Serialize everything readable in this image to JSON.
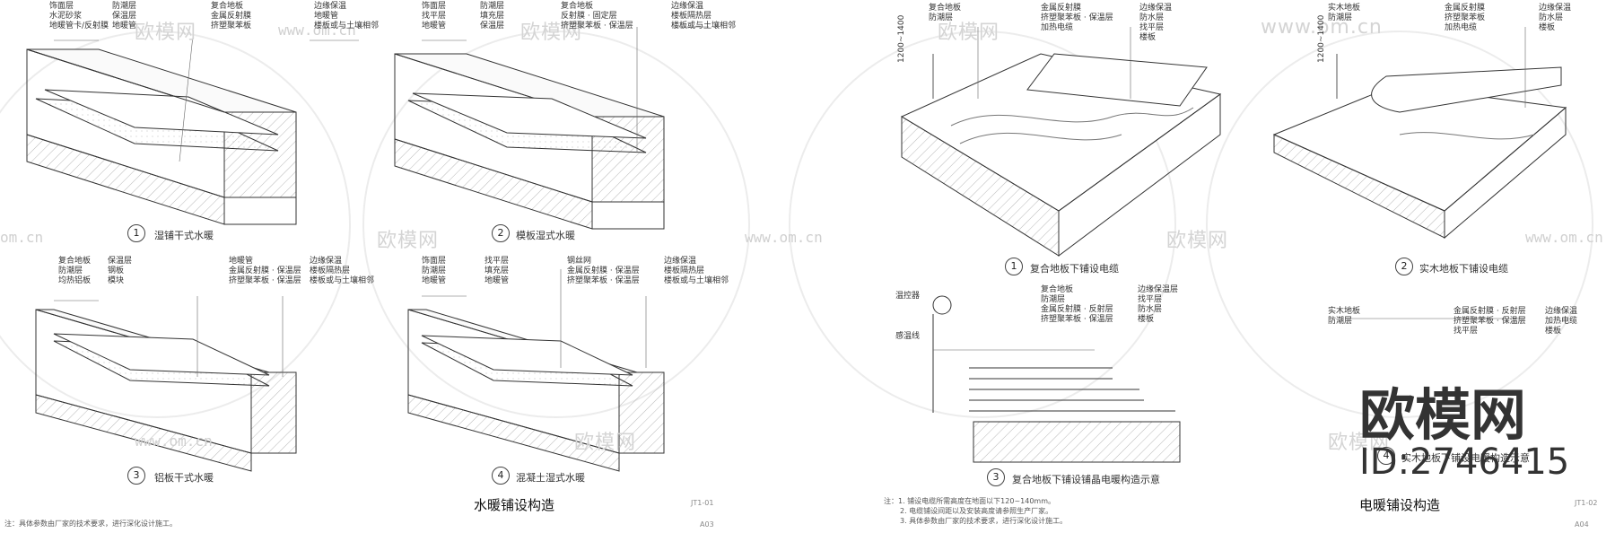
{
  "watermark": {
    "brand": "欧模网",
    "url": "www.om.cn",
    "url_short": "om.cn",
    "id_text": "ID:2746415"
  },
  "water_heating": {
    "title": "水暖铺设构造",
    "note": "注：具体参数由厂家的技术要求，进行深化设计施工。",
    "sheet_code": "JT1-01",
    "sheet_page": "A03",
    "details": [
      {
        "number": "1",
        "caption": "湿铺干式水暖",
        "labels_left": [
          "饰面层",
          "水泥砂浆",
          "地暖管卡/反射膜"
        ],
        "labels_mid": [
          "防潮层",
          "保温层",
          "地暖管"
        ],
        "labels_right1": [
          "复合地板",
          "金属反射膜",
          "挤塑聚苯板"
        ],
        "labels_right2": [
          "边缘保温",
          "地暖管",
          "楼板或与土壤相邻"
        ]
      },
      {
        "number": "2",
        "caption": "模板湿式水暖",
        "labels_left": [
          "饰面层",
          "找平层",
          "地暖管"
        ],
        "labels_mid": [
          "防潮层",
          "填充层",
          "保温层"
        ],
        "labels_right1": [
          "复合地板",
          "反射膜 · 固定层",
          "挤塑聚苯板 · 保温层"
        ],
        "labels_right2": [
          "边缘保温",
          "楼板隔热层",
          "楼板或与土壤相邻"
        ]
      },
      {
        "number": "3",
        "caption": "铝板干式水暖",
        "labels_left": [
          "复合地板",
          "防潮层",
          "均热铝板"
        ],
        "labels_mid": [
          "保温层",
          "钢板",
          "模块"
        ],
        "labels_right1": [
          "地暖管",
          "金属反射膜 · 保温层",
          "挤塑聚苯板 · 保温层"
        ],
        "labels_right2": [
          "边缘保温",
          "楼板隔热层",
          "楼板或与土壤相邻"
        ]
      },
      {
        "number": "4",
        "caption": "混凝土湿式水暖",
        "labels_left": [
          "饰面层",
          "防潮层",
          "地暖管"
        ],
        "labels_mid": [
          "找平层",
          "填充层",
          "地暖管"
        ],
        "labels_right1": [
          "钢丝网",
          "金属反射膜 · 保温层",
          "挤塑聚苯板 · 保温层"
        ],
        "labels_right2": [
          "边缘保温",
          "楼板隔热层",
          "楼板或与土壤相邻"
        ]
      }
    ]
  },
  "electric_heating": {
    "title": "电暖铺设构造",
    "note_lines": [
      "注：1. 铺设电缆所需高度在地面以下120~140mm。",
      "2. 电缆铺设间距以及安装高度请参照生产厂家。",
      "3. 具体参数由厂家的技术要求，进行深化设计施工。"
    ],
    "sheet_code": "JT1-02",
    "sheet_page": "A04",
    "dimension": "1200~1400",
    "details": [
      {
        "number": "1",
        "caption": "复合地板下铺设电缆",
        "labels_left": [
          "复合地板",
          "防潮层"
        ],
        "labels_mid": [
          "金属反射膜",
          "挤塑聚苯板 · 保温层",
          "加热电缆"
        ],
        "labels_right": [
          "边缘保温",
          "防水层",
          "找平层",
          "楼板"
        ]
      },
      {
        "number": "2",
        "caption": "实木地板下铺设电缆",
        "labels_left": [
          "实木地板",
          "防潮层"
        ],
        "labels_mid": [
          "金属反射膜",
          "挤塑聚苯板",
          "加热电缆"
        ],
        "labels_right": [
          "边缘保温",
          "防水层",
          "楼板"
        ]
      },
      {
        "number": "3",
        "caption": "复合地板下铺设铺晶电暖构造示意",
        "labels_left": [
          "温控器",
          "感温线"
        ],
        "labels_mid": [
          "复合地板",
          "防潮层",
          "金属反射膜 · 反射层",
          "挤塑聚苯板 · 保温层"
        ],
        "labels_right": [
          "边缘保温层",
          "找平层",
          "防水层",
          "楼板"
        ]
      },
      {
        "number": "4",
        "caption": "实木地板下铺设电暖构造示意",
        "labels_left": [
          "实木地板",
          "防潮层"
        ],
        "labels_mid": [
          "金属反射膜 · 反射层",
          "挤塑聚苯板 · 保温层",
          "找平层"
        ],
        "labels_right": [
          "边缘保温",
          "加热电缆",
          "楼板"
        ]
      }
    ]
  }
}
